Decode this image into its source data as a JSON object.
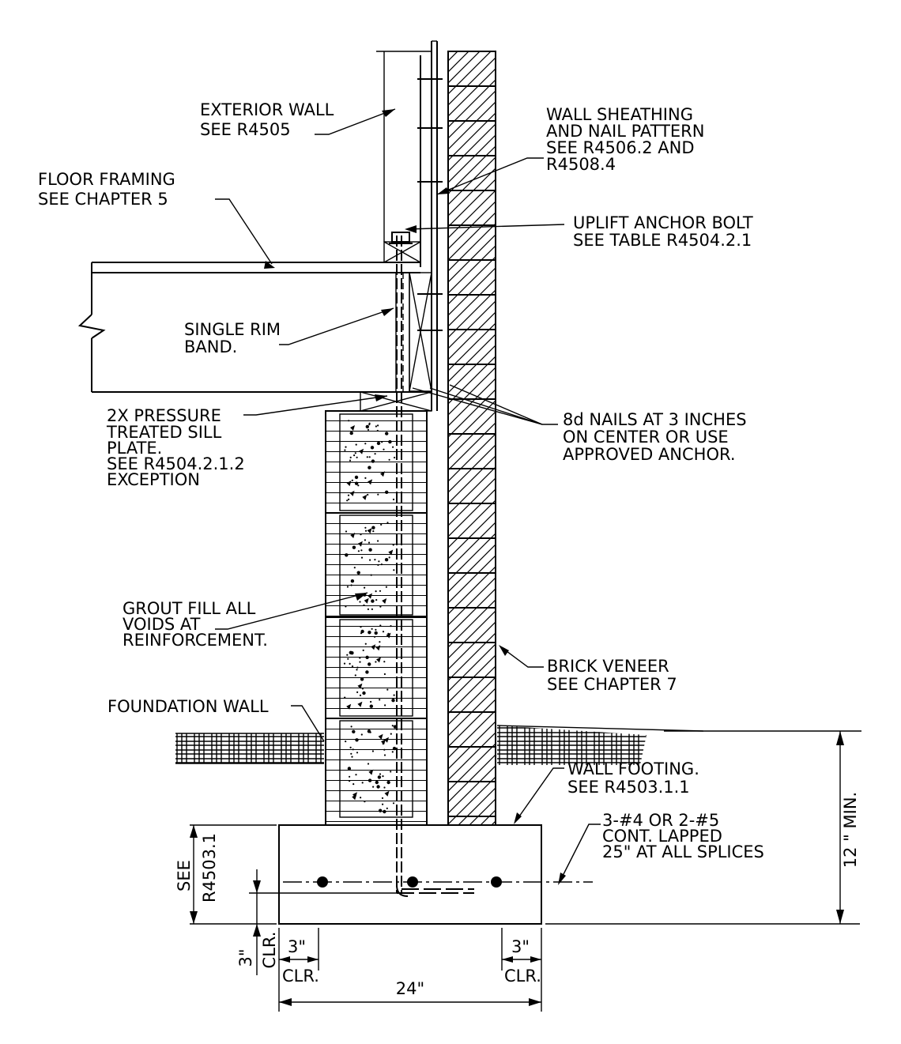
{
  "labels": {
    "exterior_wall": [
      "EXTERIOR WALL",
      "SEE R4505"
    ],
    "floor_framing": [
      "FLOOR FRAMING",
      "SEE  CHAPTER 5"
    ],
    "wall_sheathing": [
      "WALL SHEATHING",
      "AND NAIL PATTERN",
      "SEE R4506.2 AND",
      "R4508.4"
    ],
    "uplift_anchor": [
      "UPLIFT ANCHOR BOLT",
      "SEE TABLE R4504.2.1"
    ],
    "rim_band": [
      "SINGLE RIM",
      "BAND."
    ],
    "sill_plate": [
      "2X PRESSURE",
      "TREATED SILL",
      "PLATE.",
      "SEE R4504.2.1.2",
      "EXCEPTION"
    ],
    "nails": [
      "8d NAILS AT 3 INCHES",
      "ON CENTER OR USE",
      "APPROVED  ANCHOR."
    ],
    "grout_fill": [
      "GROUT FILL ALL",
      "VOIDS AT",
      "REINFORCEMENT."
    ],
    "brick_veneer": [
      "BRICK VENEER",
      "SEE CHAPTER 7"
    ],
    "foundation_wall": "FOUNDATION WALL",
    "wall_footing": [
      "WALL FOOTING.",
      "SEE R4503.1.1"
    ],
    "rebar": [
      "3-#4 OR 2-#5",
      "CONT. LAPPED",
      "25\" AT ALL SPLICES"
    ]
  },
  "dimensions": {
    "min_depth": "12 \" MIN.",
    "footing_depth_see": "SEE",
    "footing_depth_ref": "R4503.1",
    "bottom_cover": "3\"",
    "bottom_cover_clr": "CLR.",
    "left_cover": "3\"",
    "left_cover_clr": "CLR.",
    "right_cover": "3\"",
    "right_cover_clr": "CLR.",
    "footing_width": "24\""
  }
}
